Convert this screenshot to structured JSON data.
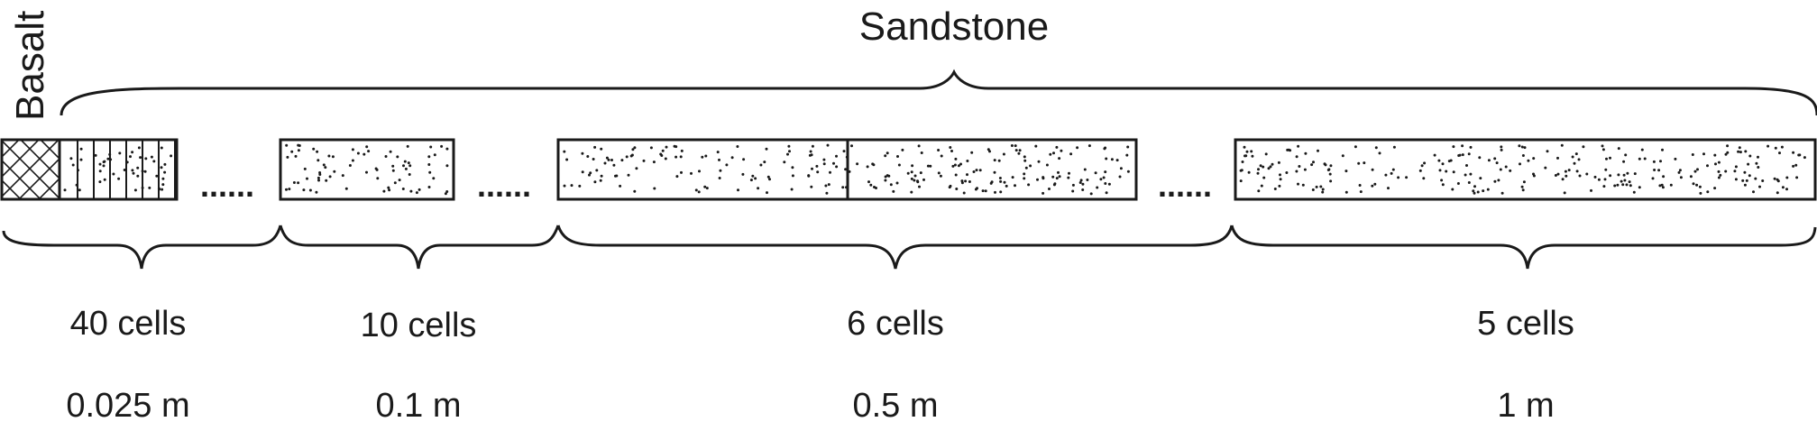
{
  "diagram": {
    "rock_labels": {
      "basalt": "Basalt",
      "sandstone": "Sandstone"
    },
    "segments": [
      {
        "cells": "40 cells",
        "size": "0.025 m"
      },
      {
        "cells": "10 cells",
        "size": "0.1 m"
      },
      {
        "cells": "6 cells",
        "size": "0.5 m"
      },
      {
        "cells": "5 cells",
        "size": "1 m"
      }
    ],
    "ellipsis": "......",
    "colors": {
      "stroke": "#1a1a1a",
      "fill": "#ffffff",
      "stipple": "#1a1a1a"
    }
  }
}
